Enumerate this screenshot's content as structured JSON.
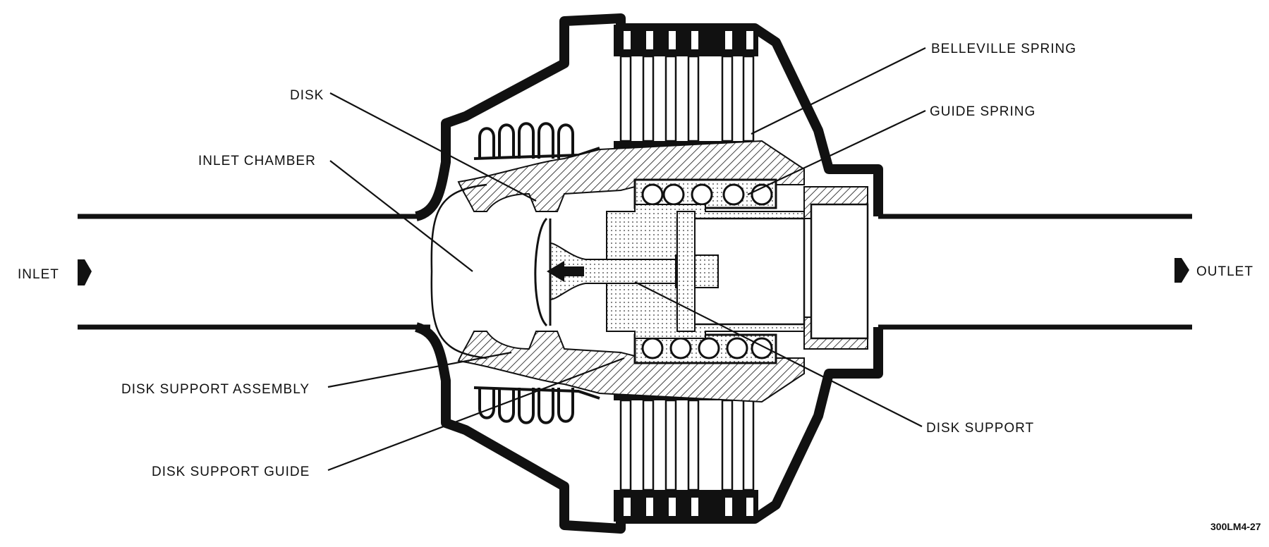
{
  "labels": {
    "inlet": "INLET",
    "outlet": "OUTLET",
    "disk": "DISK",
    "inlet_chamber": "INLET CHAMBER",
    "disk_support_assembly": "DISK SUPPORT ASSEMBLY",
    "disk_support_guide": "DISK SUPPORT GUIDE",
    "belleville_spring": "BELLEVILLE SPRING",
    "guide_spring": "GUIDE SPRING",
    "disk_support": "DISK SUPPORT"
  },
  "figure_number": "300LM4-27",
  "colors": {
    "ink": "#111111",
    "paper": "#ffffff"
  },
  "icons": {
    "flow_arrow": "flow-arrow-icon"
  }
}
